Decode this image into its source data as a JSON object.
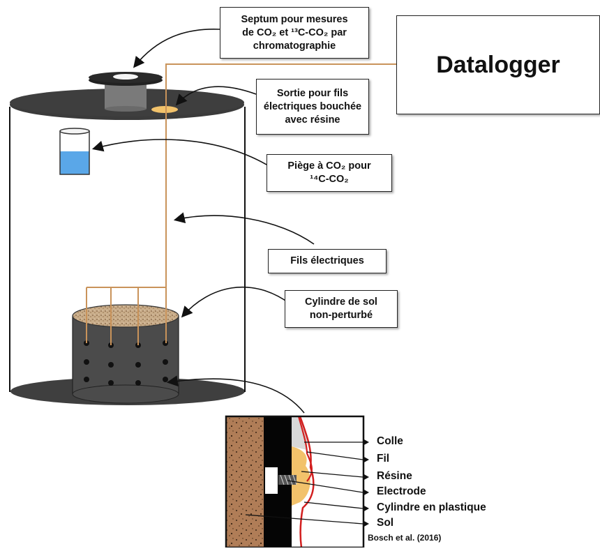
{
  "labels": {
    "septum": [
      "Septum pour mesures",
      "de CO₂ et ¹³C-CO₂ par",
      "chromatographie"
    ],
    "sortie": [
      "Sortie pour fils",
      "électriques bouchée",
      "avec résine"
    ],
    "piege": [
      "Piège à CO₂ pour",
      "¹⁴C-CO₂"
    ],
    "fils": [
      "Fils électriques"
    ],
    "cylindre": [
      "Cylindre de sol",
      "non-perturbé"
    ]
  },
  "datalogger": "Datalogger",
  "legend": {
    "colle": "Colle",
    "fil": "Fil",
    "resine": "Résine",
    "electrode": "Electrode",
    "cylindre_plastique": "Cylindre en plastique",
    "sol": "Sol"
  },
  "citation": "Bosch et al. (2016)",
  "colors": {
    "wire": "#c9935a",
    "lid": "#3b3b3b",
    "water": "#5aa7e8",
    "soil": "#b07d57",
    "resin": "#f2c26b",
    "glue": "#d8d8d8",
    "red_line": "#d21f1f"
  }
}
